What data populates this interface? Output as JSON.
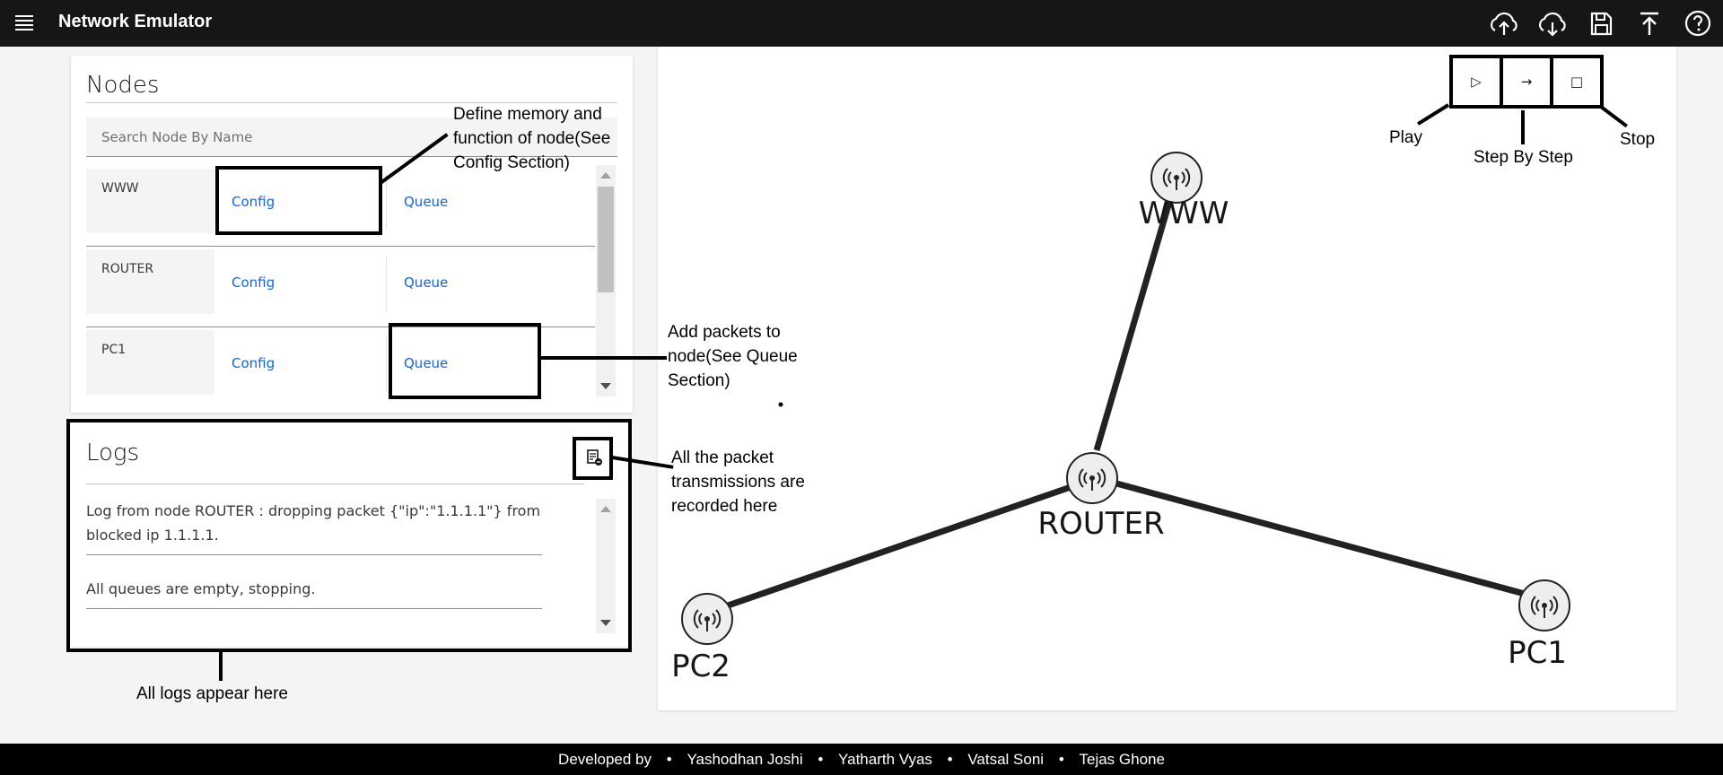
{
  "header": {
    "title": "Network Emulator",
    "icons": [
      "menu-icon",
      "upload-cloud-icon",
      "download-cloud-icon",
      "save-icon",
      "export-icon",
      "help-icon"
    ]
  },
  "nodes_panel": {
    "title": "Nodes",
    "search_placeholder": "Search Node By Name",
    "rows": [
      {
        "name": "WWW",
        "config": "Config",
        "queue": "Queue"
      },
      {
        "name": "ROUTER",
        "config": "Config",
        "queue": "Queue"
      },
      {
        "name": "PC1",
        "config": "Config",
        "queue": "Queue"
      }
    ]
  },
  "logs_panel": {
    "title": "Logs",
    "entries": [
      "Log from node ROUTER : dropping packet {\"ip\":\"1.1.1.1\"} from blocked ip 1.1.1.1.",
      "All queues are empty, stopping."
    ]
  },
  "controls": {
    "play_symbol": "▷",
    "step_symbol": "→",
    "stop_symbol": "□"
  },
  "topology": {
    "nodes": [
      "WWW",
      "ROUTER",
      "PC1",
      "PC2"
    ],
    "links": [
      [
        "WWW",
        "ROUTER"
      ],
      [
        "ROUTER",
        "PC1"
      ],
      [
        "ROUTER",
        "PC2"
      ]
    ]
  },
  "annotations": {
    "config_note": "Define memory and function of node(See Config Section)",
    "queue_note": "Add packets to node(See Queue Section)",
    "logs_icon_note": "All the packet transmissions are recorded here",
    "logs_note": "All logs appear here",
    "play": "Play",
    "step": "Step By Step",
    "stop": "Stop"
  },
  "footer": {
    "prefix": "Developed by",
    "developers": [
      "Yashodhan Joshi",
      "Yatharth Vyas",
      "Vatsal Soni",
      "Tejas Ghone"
    ]
  }
}
